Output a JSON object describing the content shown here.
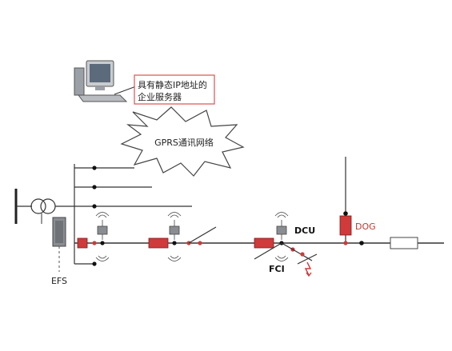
{
  "server_label_line1": "具有静态IP地址的",
  "server_label_line2": "企业服务器",
  "network_label": "GPRS通讯网络",
  "efs_label": "EFS",
  "dcu_label": "DCU",
  "fci_label": "FCI",
  "dog_label": "DOG",
  "colors": {
    "device_red": "#d03a3a",
    "line": "#333333",
    "callout_border": "#e05050",
    "gray_device": "#8a8d92"
  }
}
